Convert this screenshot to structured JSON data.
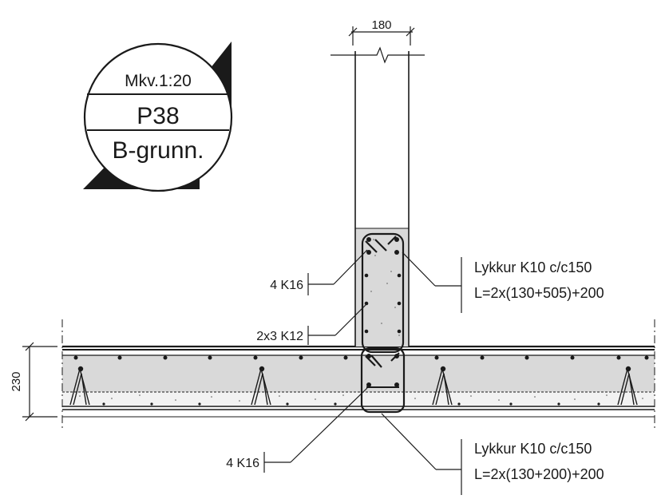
{
  "title_block": {
    "scale": "Mkv.1:20",
    "detail_id": "P38",
    "subtitle": "B-grunn."
  },
  "dimensions": {
    "wall_width": "180",
    "slab_thickness": "230"
  },
  "labels": {
    "wall_top_bars": "4 K16",
    "wall_side_bars": "2x3 K12",
    "beam_bottom_bars": "4 K16",
    "upper_stirrup_line1": "Lykkur K10 c/c150",
    "upper_stirrup_line2": "L=2x(130+505)+200",
    "lower_stirrup_line1": "Lykkur K10 c/c150",
    "lower_stirrup_line2": "L=2x(130+200)+200"
  },
  "colors": {
    "ink": "#1a1a1a",
    "concrete_fill": "#d9d9d9",
    "insulation_fill": "#f2f2f2",
    "background": "#ffffff"
  }
}
